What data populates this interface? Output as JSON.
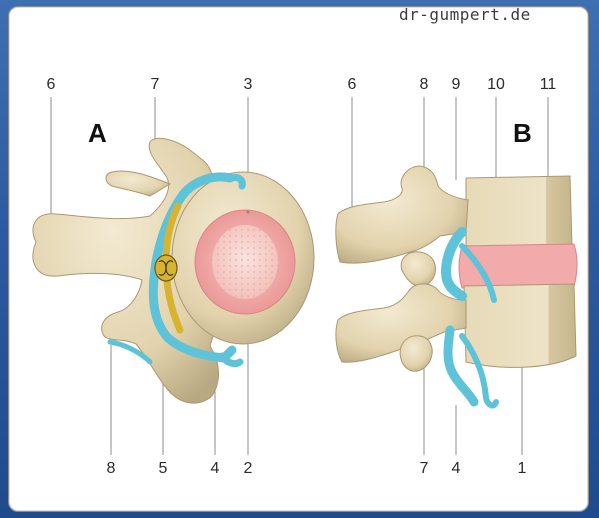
{
  "watermark": "dr-gumpert.de",
  "views": {
    "a": "A",
    "b": "B"
  },
  "labels_a_top": [
    "6",
    "7",
    "3"
  ],
  "labels_a_bottom": [
    "8",
    "5",
    "4",
    "2"
  ],
  "labels_b_top": [
    "6",
    "8",
    "9",
    "10",
    "11"
  ],
  "labels_b_bottom": [
    "7",
    "4",
    "1"
  ],
  "colors": {
    "background": "#2c5aa0",
    "bone": "#e8dcbd",
    "bone_shadow": "#b9a982",
    "disc": "#f2a5a5",
    "nucleus": "#f7d4cf",
    "nerve": "#5ec3d8",
    "spinal_cord": "#d7b332"
  }
}
